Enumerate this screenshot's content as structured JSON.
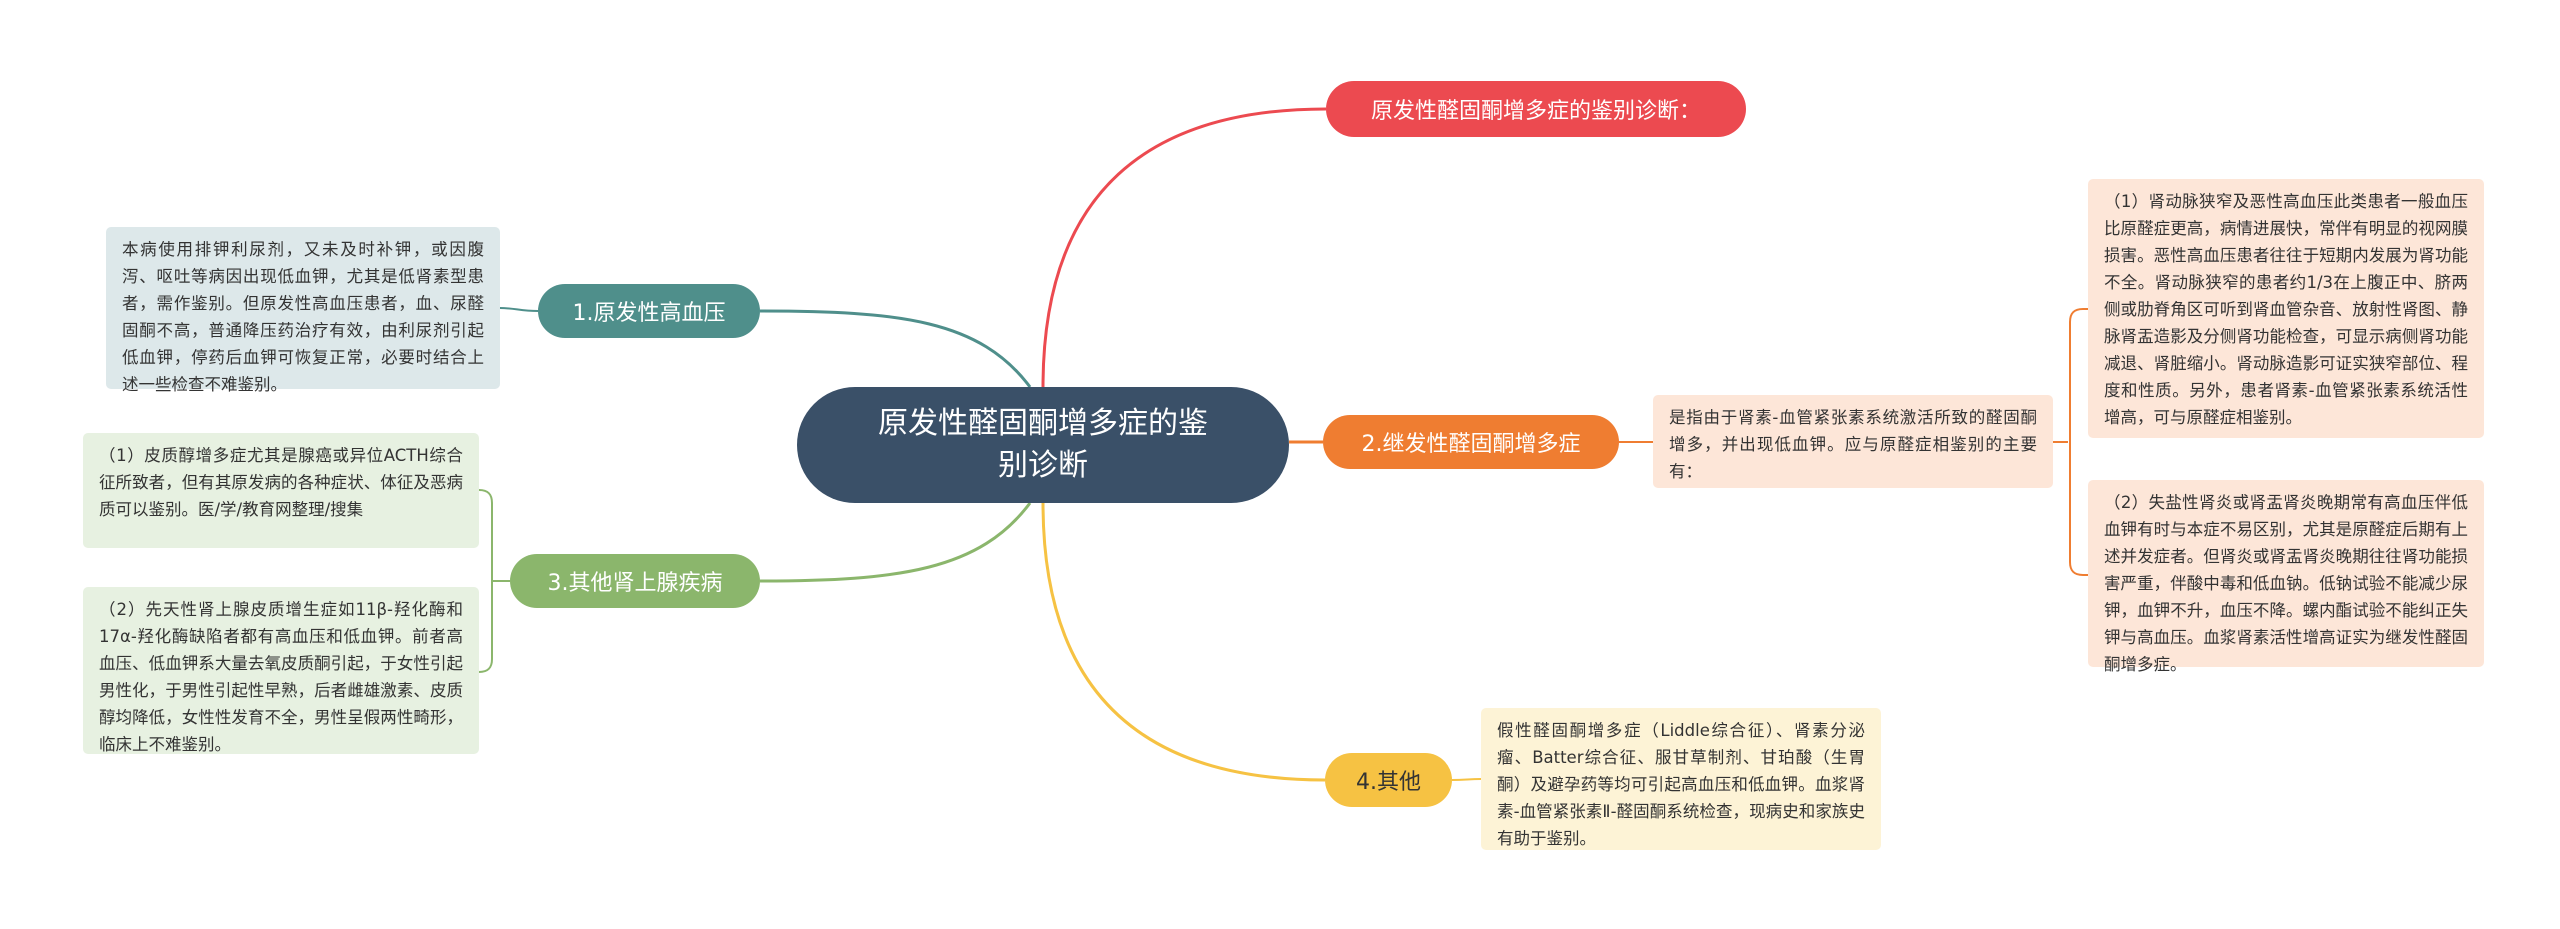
{
  "root": {
    "title": "原发性醛固酮增多症的鉴别诊断"
  },
  "top_branch": {
    "label": "原发性醛固酮增多症的鉴别诊断：",
    "color": "#ec4a50"
  },
  "branch1": {
    "label": "1.原发性高血压",
    "color": "#4f8f8b",
    "text": "本病使用排钾利尿剂，又未及时补钾，或因腹泻、呕吐等病因出现低血钾，尤其是低肾素型患者，需作鉴别。但原发性高血压患者，血、尿醛固酮不高，普通降压药治疗有效，由利尿剂引起低血钾，停药后血钾可恢复正常，必要时结合上述一些检查不难鉴别。"
  },
  "branch2": {
    "label": "2.继发性醛固酮增多症",
    "color": "#ef7d31",
    "text": "是指由于肾素-血管紧张素系统激活所致的醛固酮增多，并出现低血钾。应与原醛症相鉴别的主要有：",
    "items": [
      "（1）肾动脉狭窄及恶性高血压此类患者一般血压比原醛症更高，病情进展快，常伴有明显的视网膜损害。恶性高血压患者往往于短期内发展为肾功能不全。肾动脉狭窄的患者约1/3在上腹正中、脐两侧或肋脊角区可听到肾血管杂音、放射性肾图、静脉肾盂造影及分侧肾功能检查，可显示病侧肾功能减退、肾脏缩小。肾动脉造影可证实狭窄部位、程度和性质。另外，患者肾素-血管紧张素系统活性增高，可与原醛症相鉴别。",
      "（2）失盐性肾炎或肾盂肾炎晚期常有高血压伴低血钾有时与本症不易区别，尤其是原醛症后期有上述并发症者。但肾炎或肾盂肾炎晚期往往肾功能损害严重，伴酸中毒和低血钠。低钠试验不能减少尿钾，血钾不升，血压不降。螺内酯试验不能纠正失钾与高血压。血浆肾素活性增高证实为继发性醛固酮增多症。"
    ]
  },
  "branch3": {
    "label": "3.其他肾上腺疾病",
    "color": "#8bb66c",
    "items": [
      "（1）皮质醇增多症尤其是腺癌或异位ACTH综合征所致者，但有其原发病的各种症状、体征及恶病质可以鉴别。医/学/教育网整理/搜集",
      "（2）先天性肾上腺皮质增生症如11β-羟化酶和17α-羟化酶缺陷者都有高血压和低血钾。前者高血压、低血钾系大量去氧皮质酮引起，于女性引起男性化，于男性引起性早熟，后者雌雄激素、皮质醇均降低，女性性发育不全，男性呈假两性畸形，临床上不难鉴别。"
    ]
  },
  "branch4": {
    "label": "4.其他",
    "color": "#f6c243",
    "text": "假性醛固酮增多症（Liddle综合征）、肾素分泌瘤、Batter综合征、服甘草制剂、甘珀酸（生胃酮）及避孕药等均可引起高血压和低血钾。血浆肾素-血管紧张素Ⅱ-醛固酮系统检查，现病史和家族史有助于鉴别。"
  }
}
